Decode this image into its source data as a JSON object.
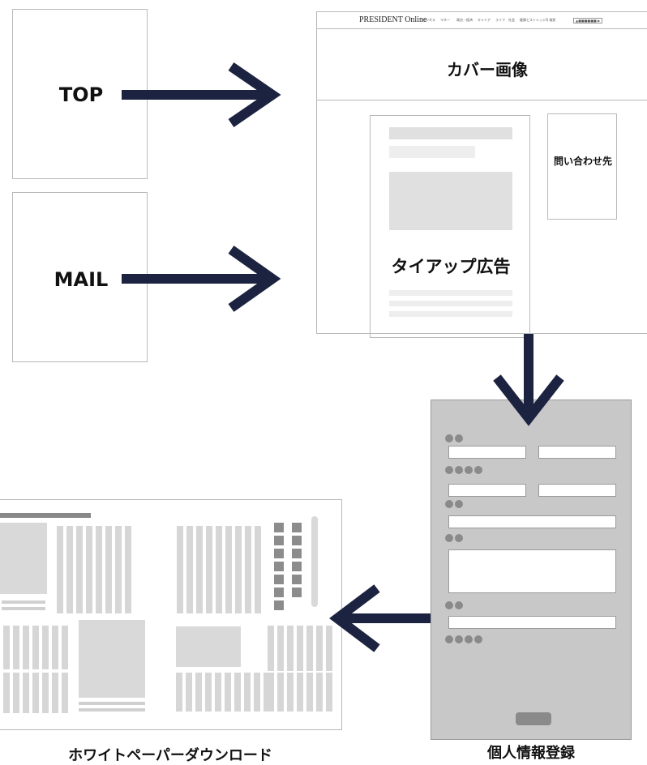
{
  "sources": {
    "top_label": "TOP",
    "mail_label": "MAIL"
  },
  "site_header": {
    "logo": "PRESIDENT Online",
    "nav_items": [
      "ビジネス",
      "マネー",
      "政治・経済",
      "キャリア",
      "ライフ",
      "社会",
      "健康とストレッジ",
      "Q 検索",
      "▲■■■■■■ ▶"
    ]
  },
  "landing": {
    "cover_label": "カバー画像",
    "tieup_label": "タイアップ広告",
    "contact_label": "問い合わせ先"
  },
  "form": {
    "caption": "個人情報登録"
  },
  "whitepaper": {
    "caption": "ホワイトペーパーダウンロード"
  },
  "colors": {
    "arrow": "#1c2340",
    "border": "#b9b9b9",
    "form_bg": "#c8c8c8",
    "placeholder": "#e0e0e0"
  }
}
